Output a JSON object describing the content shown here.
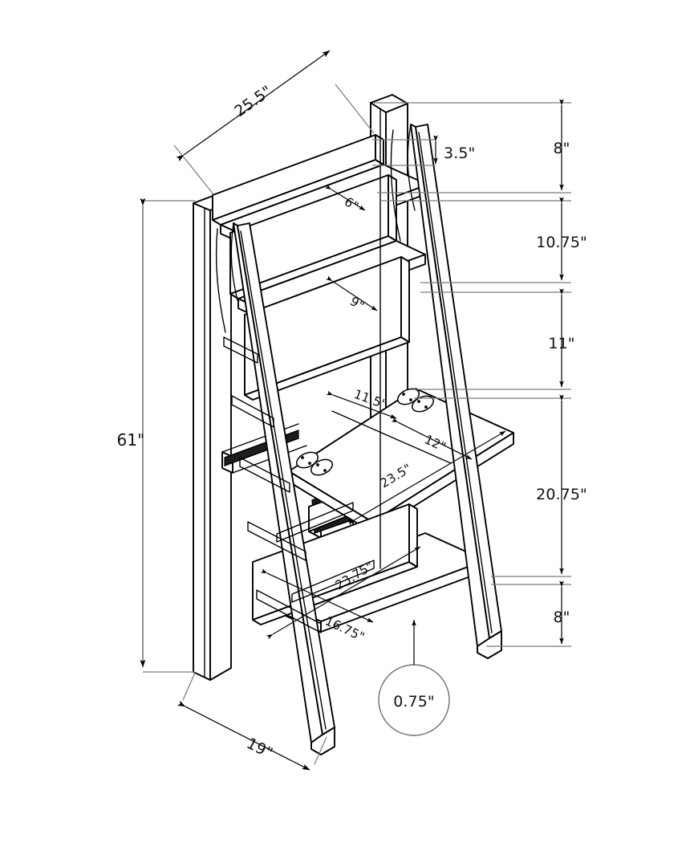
{
  "drawing": {
    "title": "Ladder Desk Dimensioned Assembly Drawing",
    "units": "inches",
    "view": "isometric",
    "product": "ladder desk with fold-down work surface",
    "background_color": "#ffffff",
    "line_color": "#000000",
    "dimension_line_color": "#4a4a4a",
    "extension_line_color": "#7b7b7b"
  },
  "dimensions": {
    "overall_depth_top": {
      "label": "25.5\"",
      "value": 25.5,
      "kind": "overall-width-top"
    },
    "overall_height": {
      "label": "61\"",
      "value": 61,
      "kind": "overall-height"
    },
    "overall_depth_base": {
      "label": "19\"",
      "value": 19,
      "kind": "base-depth"
    },
    "top_rail_height": {
      "label": "3.5\"",
      "value": 3.5,
      "kind": "back-rail-height"
    },
    "shelf_top_depth": {
      "label": "6\"",
      "value": 6,
      "kind": "top-shelf-depth"
    },
    "shelf_mid_depth": {
      "label": "9\"",
      "value": 9,
      "kind": "middle-shelf-depth"
    },
    "desk_rear_depth": {
      "label": "11.5\"",
      "value": 11.5,
      "kind": "desk-fixed-depth"
    },
    "desk_flap_depth": {
      "label": "12\"",
      "value": 12,
      "kind": "desk-flap-depth"
    },
    "desk_width": {
      "label": "23.5\"",
      "value": 23.5,
      "kind": "desk-width"
    },
    "bottom_shelf_width": {
      "label": "23.75\"",
      "value": 23.75,
      "kind": "bottom-shelf-width"
    },
    "bottom_shelf_depth": {
      "label": "16.75\"",
      "value": 16.75,
      "kind": "bottom-shelf-depth"
    },
    "panel_thickness": {
      "label": "0.75\"",
      "value": 0.75,
      "kind": "panel-thickness-callout"
    }
  },
  "vertical_chain": {
    "note": "right-hand stacked height chain, top to bottom",
    "segments": [
      {
        "label": "8\"",
        "value": 8,
        "name": "top-rail-to-top-shelf"
      },
      {
        "label": "10.75\"",
        "value": 10.75,
        "name": "top-shelf-to-middle-shelf"
      },
      {
        "label": "11\"",
        "value": 11,
        "name": "middle-shelf-to-desk"
      },
      {
        "label": "20.75\"",
        "value": 20.75,
        "name": "desk-to-bottom-shelf"
      },
      {
        "label": "8\"",
        "value": 8,
        "name": "bottom-shelf-to-floor"
      }
    ]
  },
  "hardware": {
    "hinges": [
      {
        "name": "hinge-upper-right",
        "type": "butterfly-hinge"
      },
      {
        "name": "hinge-lower-left",
        "type": "butterfly-hinge"
      }
    ],
    "slides": [
      {
        "name": "drawer-slide-left",
        "type": "rail"
      },
      {
        "name": "drawer-slide-right",
        "type": "rail"
      }
    ]
  },
  "parts": [
    {
      "name": "back-top-rail",
      "label": "3.5\""
    },
    {
      "name": "top-shelf",
      "label": "6\""
    },
    {
      "name": "middle-shelf",
      "label": "9\""
    },
    {
      "name": "desk-surface",
      "label": "23.5\""
    },
    {
      "name": "desk-flap",
      "label": "12\""
    },
    {
      "name": "bottom-shelf",
      "label": "23.75\""
    },
    {
      "name": "left-back-leg",
      "label": ""
    },
    {
      "name": "right-back-leg",
      "label": ""
    },
    {
      "name": "left-front-leg",
      "label": ""
    },
    {
      "name": "right-front-leg",
      "label": ""
    }
  ]
}
